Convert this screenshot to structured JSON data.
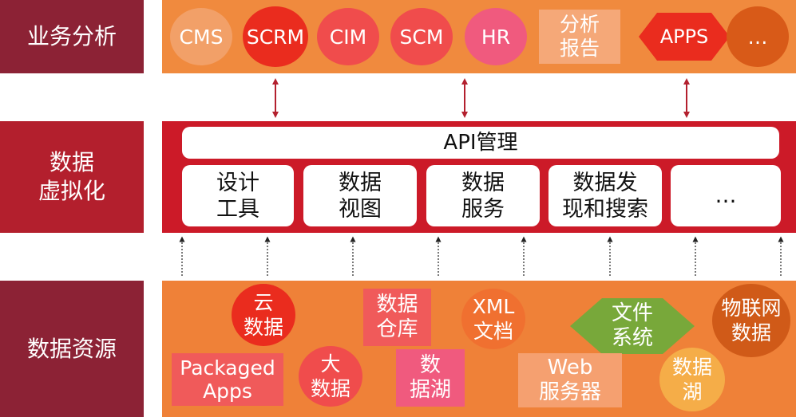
{
  "rows": {
    "business": "业务分析",
    "virtual": "数据\n虚拟化",
    "sources": "数据资源"
  },
  "business_items": {
    "cms": "CMS",
    "scrm": "SCRM",
    "cim": "CIM",
    "scm": "SCM",
    "hr": "HR",
    "report": "分析\n报告",
    "apps": "APPS",
    "more": "…"
  },
  "virtualization": {
    "api": "API管理",
    "design": "设计\n工具",
    "view": "数据\n视图",
    "service": "数据\n服务",
    "discover": "数据发\n现和搜索",
    "more": "…"
  },
  "sources": {
    "cloud": "云\n数据",
    "warehouse": "数据\n仓库",
    "xml": "XML\n文档",
    "filesystem": "文件\n系统",
    "iot": "物联网\n数据",
    "packaged": "Packaged\nApps",
    "bigdata": "大\n数据",
    "lake1": "数\n据湖",
    "web": "Web\n服务器",
    "lake2": "数据\n湖"
  },
  "colors": {
    "row_label": "#8c2235",
    "business_band": "#f08a3e",
    "virtual_band": "#cc1a28",
    "sources_band": "#ef8138",
    "arrow": "#b3202e"
  }
}
